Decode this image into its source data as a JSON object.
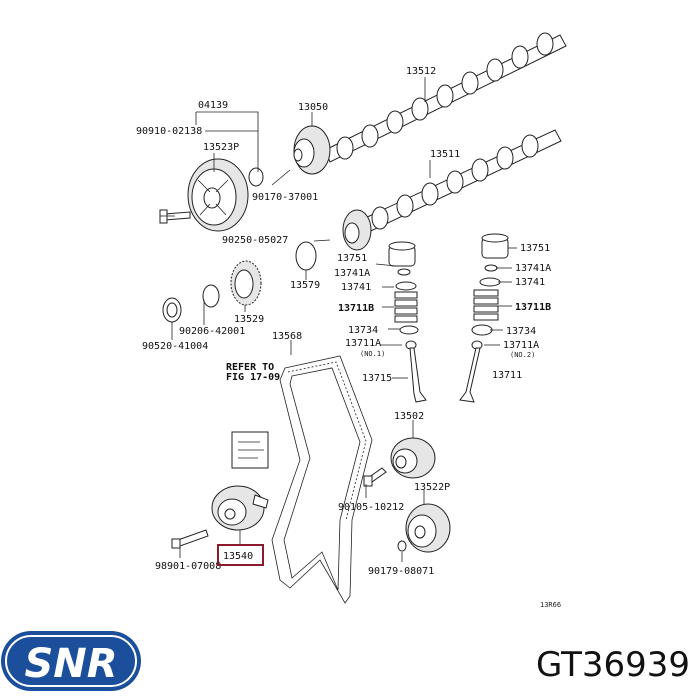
{
  "labels": {
    "l04139": "04139",
    "l90910": "90910-02138",
    "l13523p": "13523P",
    "l13050": "13050",
    "l90170": "90170-37001",
    "l13512": "13512",
    "l13511": "13511",
    "l90250": "90250-05027",
    "l13579": "13579",
    "l13529": "13529",
    "l90206": "90206-42001",
    "l90520": "90520-41004",
    "l13568": "13568",
    "refer1": "REFER TO",
    "refer2": "FIG 17-09",
    "l13751a": "13751",
    "l13741aa": "13741A",
    "l13741a": "13741",
    "l13711ba": "13711B",
    "l13734a": "13734",
    "l13711aa": "13711A",
    "note_a": "(NO.1)",
    "l13715": "13715",
    "l13751b": "13751",
    "l13741ab": "13741A",
    "l13741b": "13741",
    "l13711bb": "13711B",
    "l13734b": "13734",
    "l13711ab": "13711A",
    "note_b": "(NO.2)",
    "l13711": "13711",
    "l13502": "13502",
    "l90105": "90105-10212",
    "l13522p": "13522P",
    "l13540": "13540",
    "l98901": "98901-07008",
    "l90179": "90179-08071",
    "code": "13R66"
  },
  "highlight_color": "#8b1a2b",
  "brand": {
    "logo_text": "SNR",
    "logo_color": "#1b4f9c",
    "part_number": "GT36939"
  }
}
